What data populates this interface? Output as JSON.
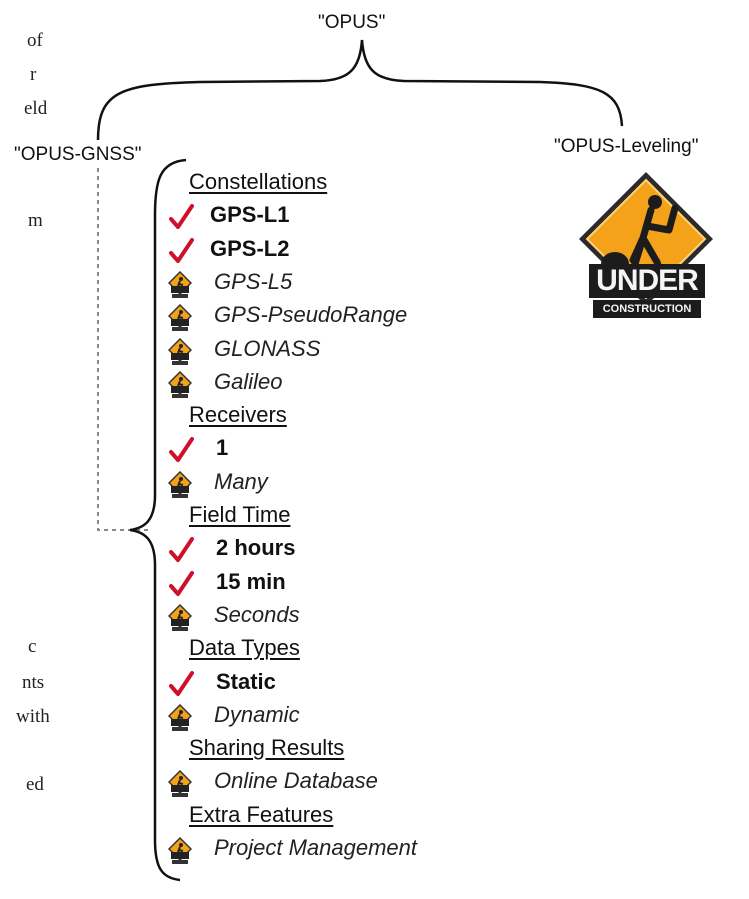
{
  "left_fragments": [
    "of",
    "r",
    "eld",
    "m",
    "c",
    "nts",
    "with",
    "ed"
  ],
  "root": "\"OPUS\"",
  "branches": {
    "gnss": "\"OPUS-GNSS\"",
    "leveling": "\"OPUS-Leveling\""
  },
  "sign": {
    "line1": "UNDER",
    "line2": "CONSTRUCTION"
  },
  "groups": [
    {
      "heading": "Constellations",
      "items": [
        {
          "label": "GPS-L1",
          "status": "done"
        },
        {
          "label": "GPS-L2",
          "status": "done"
        },
        {
          "label": "GPS-L5",
          "status": "todo"
        },
        {
          "label": "GPS-PseudoRange",
          "status": "todo"
        },
        {
          "label": "GLONASS",
          "status": "todo"
        },
        {
          "label": "Galileo",
          "status": "todo"
        }
      ]
    },
    {
      "heading": "Receivers",
      "items": [
        {
          "label": "1",
          "status": "done"
        },
        {
          "label": "Many",
          "status": "todo"
        }
      ]
    },
    {
      "heading": "Field Time",
      "items": [
        {
          "label": "2 hours",
          "status": "done"
        },
        {
          "label": "15 min",
          "status": "done"
        },
        {
          "label": "Seconds",
          "status": "todo"
        }
      ]
    },
    {
      "heading": "Data Types",
      "items": [
        {
          "label": "Static",
          "status": "done"
        },
        {
          "label": "Dynamic",
          "status": "todo"
        }
      ]
    },
    {
      "heading": "Sharing Results",
      "items": [
        {
          "label": "Online Database",
          "status": "todo"
        }
      ]
    },
    {
      "heading": "Extra Features",
      "items": [
        {
          "label": "Project Management",
          "status": "todo"
        }
      ]
    }
  ],
  "colors": {
    "check": "#d0102a",
    "sign_orange": "#f5a21b",
    "sign_dark": "#2b2b2b"
  },
  "icons": {
    "done": "checkmark-icon",
    "todo": "under-construction-icon"
  }
}
